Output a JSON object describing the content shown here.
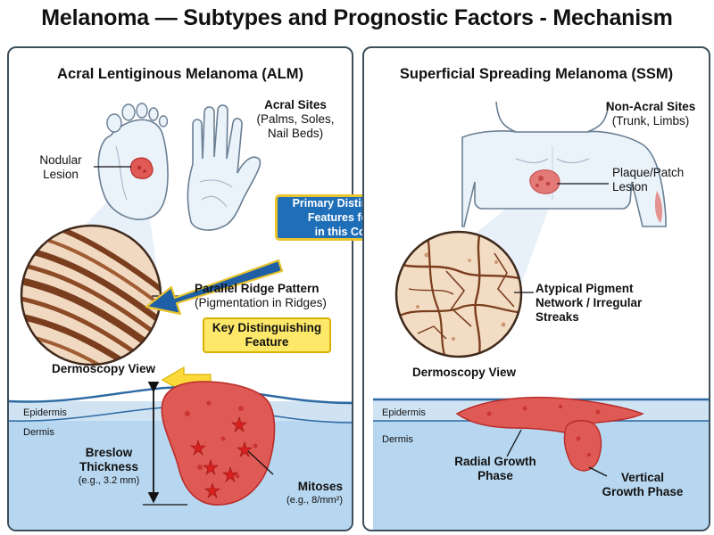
{
  "title": "Melanoma — Subtypes and Prognostic Factors - Mechanism",
  "left": {
    "title": "Acral Lentiginous Melanoma (ALM)",
    "acral_sites": {
      "heading": "Acral Sites",
      "line1": "(Palms, Soles,",
      "line2": "Nail Beds)"
    },
    "nodular_lesion": {
      "line1": "Nodular",
      "line2": "Lesion"
    },
    "callout_primary": {
      "line1": "Primary Distinguishing",
      "line2": "Features for ALM",
      "line3": "in this Context"
    },
    "ridge_pattern": {
      "heading": "Parallel Ridge Pattern",
      "sub": "(Pigmentation in Ridges)"
    },
    "callout_key": {
      "line1": "Key Distinguishing",
      "line2": "Feature"
    },
    "dermoscopy": "Dermoscopy View",
    "epidermis": "Epidermis",
    "dermis": "Dermis",
    "breslow": {
      "line1": "Breslow",
      "line2": "Thickness",
      "line3": "(e.g., 3.2 mm)"
    },
    "mitoses": {
      "heading": "Mitoses",
      "sub": "(e.g., 8/mm²)"
    }
  },
  "right": {
    "title": "Superficial Spreading Melanoma (SSM)",
    "non_acral": {
      "heading": "Non-Acral Sites",
      "sub": "(Trunk, Limbs)"
    },
    "plaque": {
      "line1": "Plaque/Patch",
      "line2": "Lesion"
    },
    "atypical": {
      "line1": "Atypical Pigment",
      "line2": "Network / Irregular",
      "line3": "Streaks"
    },
    "dermoscopy": "Dermoscopy View",
    "epidermis": "Epidermis",
    "dermis": "Dermis",
    "radial": {
      "line1": "Radial Growth",
      "line2": "Phase"
    },
    "vertical": {
      "line1": "Vertical",
      "line2": "Growth Phase"
    }
  },
  "colors": {
    "panel_border": "#3d4f5c",
    "skin": "#e8f1fa",
    "skin_outline": "#6a7f93",
    "lesion": "#e05a55",
    "lesion_dark": "#b82c2a",
    "epidermis": "#cfe3f3",
    "dermis": "#b7d6ef",
    "callout_blue": "#1f6fb8",
    "callout_yellow": "#fde86a"
  }
}
